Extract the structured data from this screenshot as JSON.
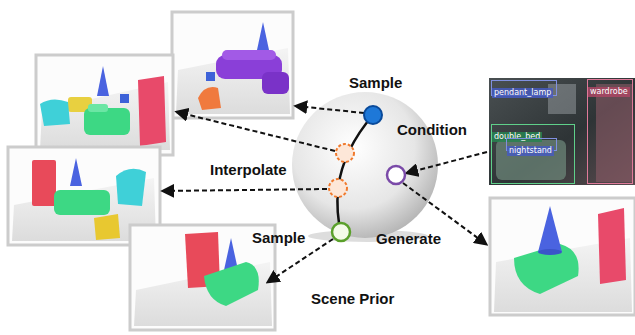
{
  "diagram": {
    "nodes": [
      {
        "text": [
          "pendant_lamp"
        ]
      },
      {
        "text": [
          "wardrobe"
        ]
      },
      {
        "text": [
          "double_bed"
        ]
      },
      {
        "text": [
          "nightstand"
        ],
        "in": 2
      }
    ],
    "labels": [
      "Sample",
      "Condition",
      "Interpolate",
      "Sample",
      "Generate",
      "Scene Prior"
    ]
  }
}
